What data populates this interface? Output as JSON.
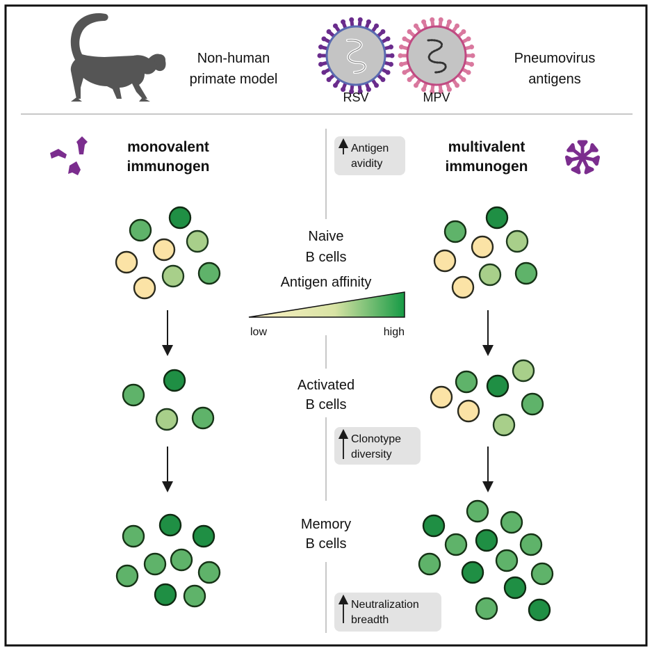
{
  "header": {
    "model_label_line1": "Non-human",
    "model_label_line2": "primate model",
    "virus1_label": "RSV",
    "virus2_label": "MPV",
    "antigens_label_line1": "Pneumovirus",
    "antigens_label_line2": "antigens"
  },
  "left_column": {
    "title_line1": "monovalent",
    "title_line2": "immunogen"
  },
  "right_column": {
    "title_line1": "multivalent",
    "title_line2": "immunogen"
  },
  "center": {
    "naive_line1": "Naive",
    "naive_line2": "B cells",
    "affinity_title": "Antigen affinity",
    "affinity_low": "low",
    "affinity_high": "high",
    "activated_line1": "Activated",
    "activated_line2": "B cells",
    "memory_line1": "Memory",
    "memory_line2": "B cells"
  },
  "badges": {
    "avidity_line1": "Antigen",
    "avidity_line2": "avidity",
    "clonotype_line1": "Clonotype",
    "clonotype_line2": "diversity",
    "breadth_line1": "Neutralization",
    "breadth_line2": "breadth"
  },
  "colors": {
    "low_affinity": "#fbe3a6",
    "mid_affinity": "#a8cf8a",
    "high_affinity": "#1f8f44",
    "antigen_purple": "#7b2d8e",
    "rsv_spike": "#6a2c8c",
    "mpv_spike": "#d9789e",
    "badge_bg": "#e3e3e3",
    "divider": "#c8c8c8"
  }
}
